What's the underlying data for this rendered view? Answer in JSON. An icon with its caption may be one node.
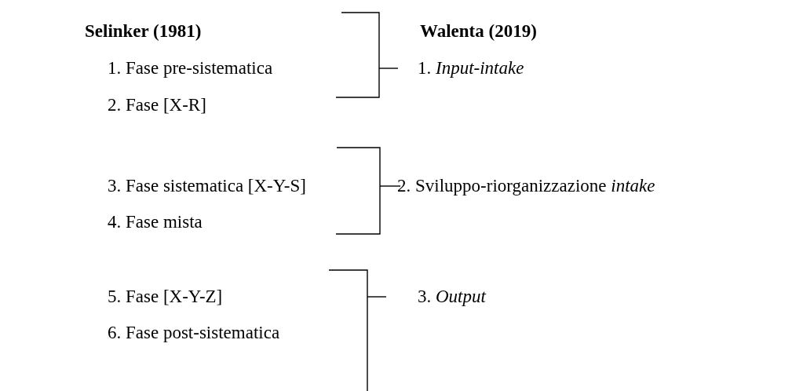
{
  "diagram": {
    "labels": [
      "Selinker (1981)",
      "Walenta (2019)",
      "1. Fase pre-sistematica",
      "1. *Input-intake*",
      "2. Fase [X-R]",
      "3. Fase sistematica [X-Y-S]",
      "2. Sviluppo-riorganizzazione *intake*",
      "4. Fase mista",
      "5. Fase [X-Y-Z]",
      "3. *Output*",
      "6. Fase post-sistematica"
    ]
  }
}
